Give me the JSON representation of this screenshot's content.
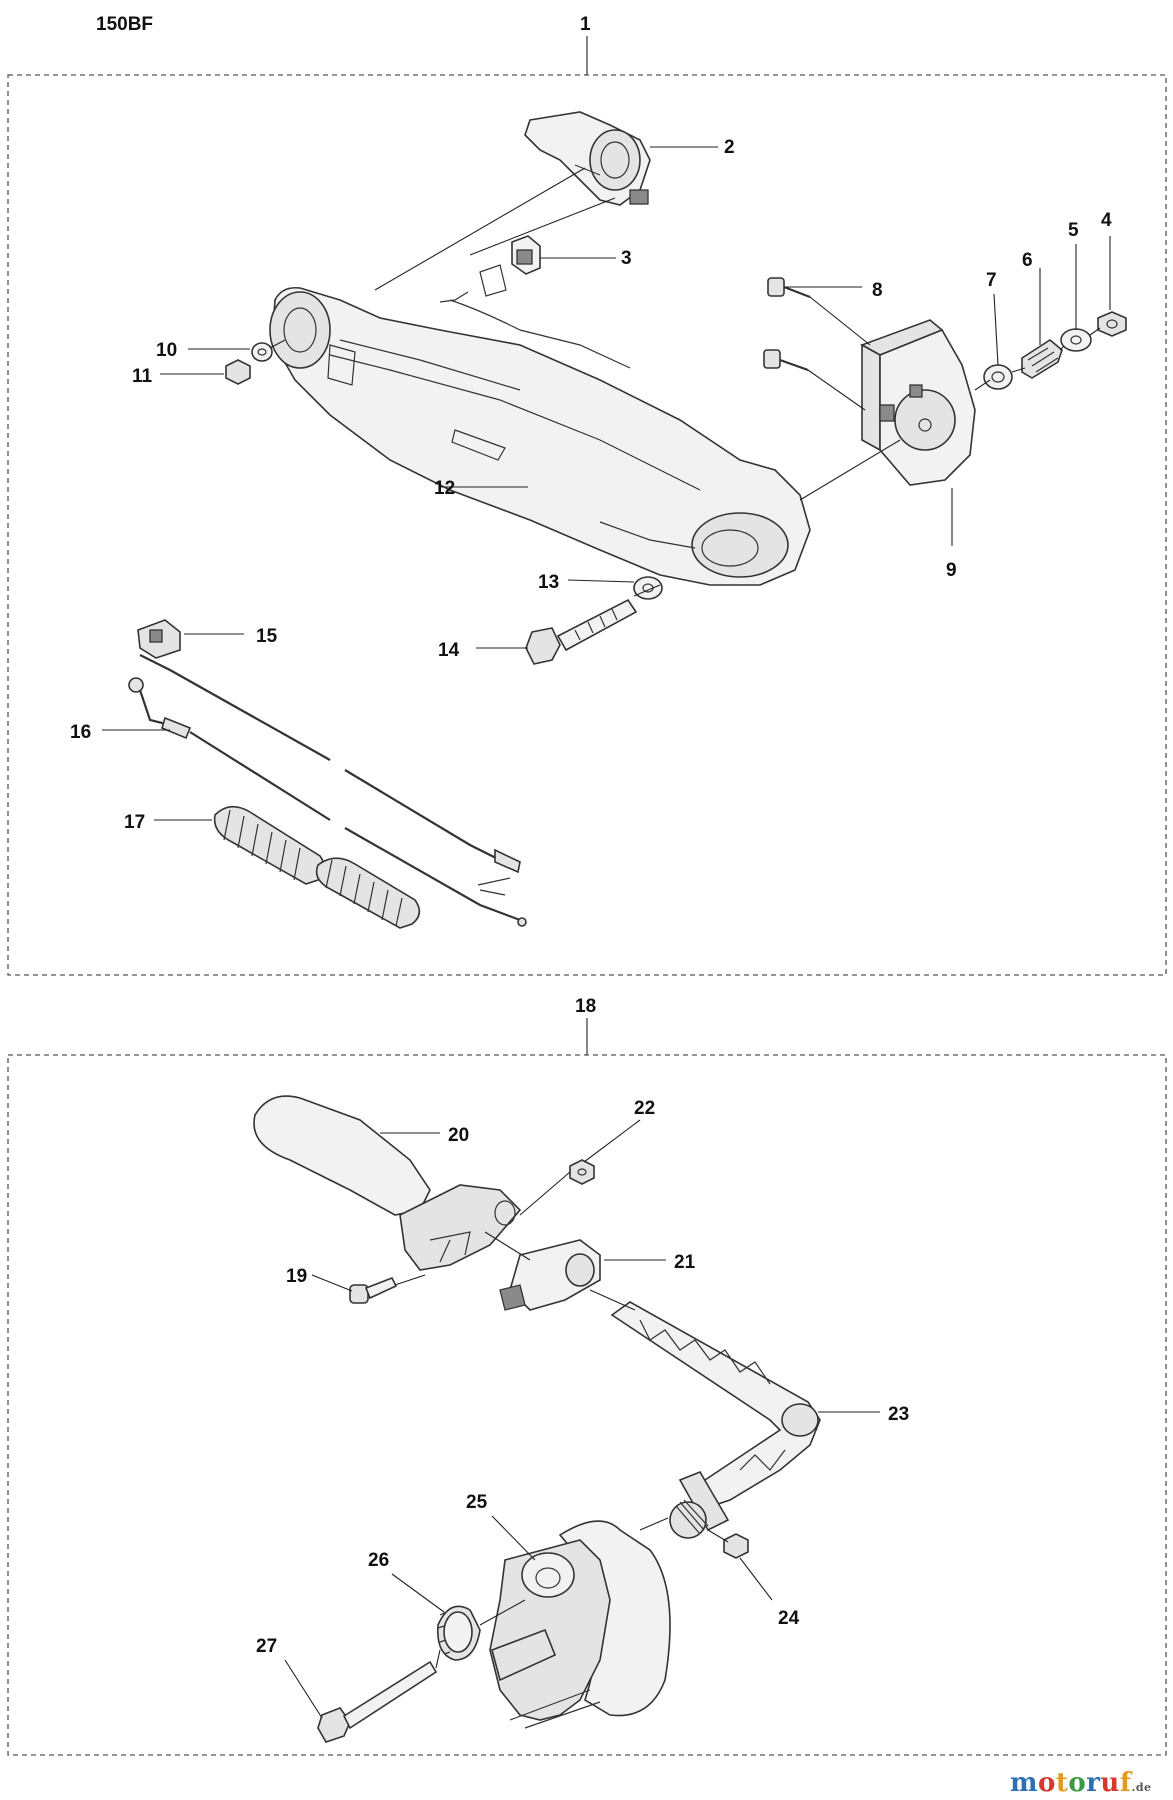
{
  "model": "150BF",
  "groups": [
    {
      "label": "1",
      "parts": [
        "2",
        "3",
        "4",
        "5",
        "6",
        "7",
        "8",
        "9",
        "10",
        "11",
        "12",
        "13",
        "14",
        "15",
        "16",
        "17"
      ]
    },
    {
      "label": "18",
      "parts": [
        "19",
        "20",
        "21",
        "22",
        "23",
        "24",
        "25",
        "26",
        "27"
      ]
    }
  ],
  "callouts": [
    "1",
    "2",
    "3",
    "4",
    "5",
    "6",
    "7",
    "8",
    "9",
    "10",
    "11",
    "12",
    "13",
    "14",
    "15",
    "16",
    "17",
    "18",
    "19",
    "20",
    "21",
    "22",
    "23",
    "24",
    "25",
    "26",
    "27"
  ],
  "watermark": "motoruf.de"
}
